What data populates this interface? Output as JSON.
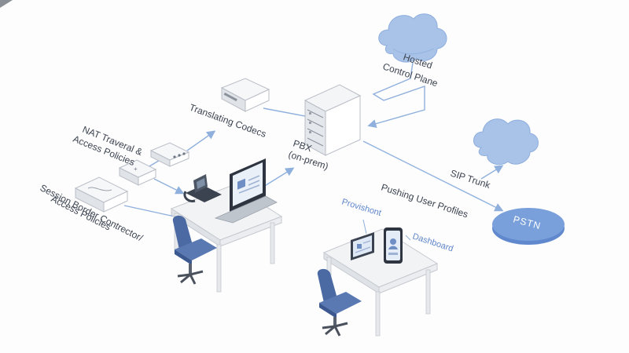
{
  "labels": {
    "hosted_line1": "Hosted",
    "hosted_line2": "Control Plane",
    "translating": "Translating Codecs",
    "nat_line1": "NAT Traveral &",
    "nat_line2": "Access Policies",
    "pbx_line1": "PBX",
    "pbx_line2": "(on-prem)",
    "sip": "SIP Trunk",
    "sbc_line1": "Session Border Contrector/",
    "sbc_line2": "Access Policies",
    "pushing": "Pushing User Profiles",
    "provisioning": "Provishont",
    "dashboard": "Dashboard",
    "pstn": "PSTN"
  },
  "colors": {
    "link": "#8fb0dc",
    "cloud": "#a9c3e8",
    "pstn": "#6f97d6",
    "chair": "#4b6aa3",
    "desk": "#f2f3f5"
  },
  "icons": [
    "cloud-icon",
    "server-rack-icon",
    "router-icon",
    "ip-phone-icon",
    "laptop-icon",
    "tablet-icon",
    "smartphone-icon",
    "office-chair-icon",
    "desk-icon"
  ]
}
